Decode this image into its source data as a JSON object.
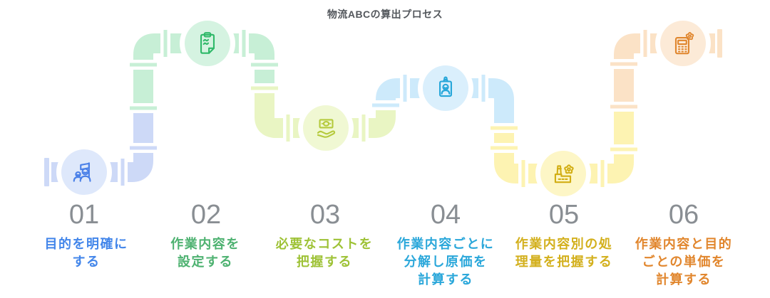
{
  "title": "物流ABCの算出プロセス",
  "steps": [
    {
      "number": "01",
      "label": "目的を明確に\nする",
      "icon": "team-flag-icon",
      "text_color": "#4386ea",
      "icon_color": "#4a80e8",
      "pipe_color": "#cdd9f7",
      "circle_color": "#dee8fb"
    },
    {
      "number": "02",
      "label": "作業内容を\n設定する",
      "icon": "clipboard-icon",
      "text_color": "#4eb271",
      "icon_color": "#2fb969",
      "pipe_color": "#c7efd6",
      "circle_color": "#d5f3e1"
    },
    {
      "number": "03",
      "label": "必要なコストを\n把握する",
      "icon": "money-hand-icon",
      "text_color": "#9ec236",
      "icon_color": "#b5ca3d",
      "pipe_color": "#e9f5c3",
      "circle_color": "#f0f8d3"
    },
    {
      "number": "04",
      "label": "作業内容ごとに\n分解し原価を\n計算する",
      "icon": "id-badge-icon",
      "text_color": "#2aa7da",
      "icon_color": "#25a6d9",
      "pipe_color": "#cdeafb",
      "circle_color": "#daeffc"
    },
    {
      "number": "05",
      "label": "作業内容別の処\n理量を把握する",
      "icon": "factory-gear-icon",
      "text_color": "#d3b01d",
      "icon_color": "#d2ae14",
      "pipe_color": "#fdf3b2",
      "circle_color": "#fdf6c6"
    },
    {
      "number": "06",
      "label": "作業内容と目的\nごとの単価を\n計算する",
      "icon": "calculator-gear-icon",
      "text_color": "#e1862d",
      "icon_color": "#e0862e",
      "pipe_color": "#fbe2c6",
      "circle_color": "#fcead7"
    }
  ]
}
